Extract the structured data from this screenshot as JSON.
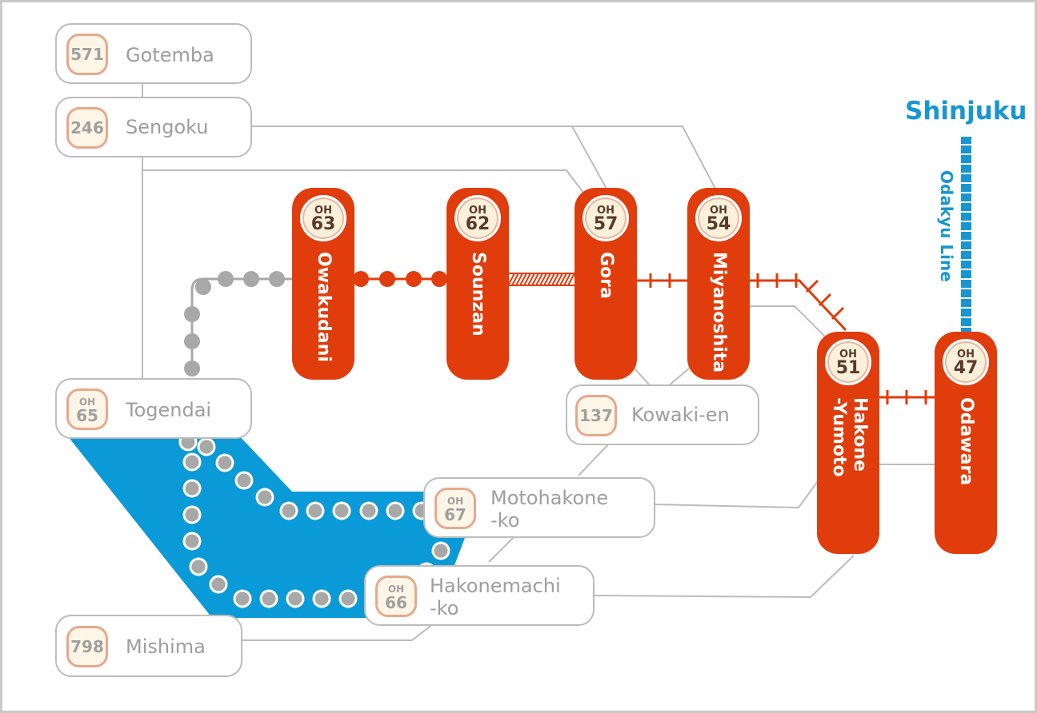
{
  "colors": {
    "route_red": "#e03c0c",
    "ropeway_gray": "#a8a8a8",
    "lake_blue": "#0a9ad7",
    "odakyu_blue": "#1896d2",
    "connector_gray": "#bcbcbc"
  },
  "bus_stops": {
    "gotemba": {
      "code": "571",
      "name": "Gotemba"
    },
    "sengoku": {
      "code": "246",
      "name": "Sengoku"
    },
    "togendai": {
      "oh": "OH",
      "code": "65",
      "name": "Togendai"
    },
    "kowakien": {
      "code": "137",
      "name": "Kowaki-en"
    },
    "motohakone": {
      "oh": "OH",
      "code": "67",
      "name_line1": "Motohakone",
      "name_line2": "-ko"
    },
    "hakonemachi": {
      "oh": "OH",
      "code": "66",
      "name_line1": "Hakonemachi",
      "name_line2": "-ko"
    },
    "mishima": {
      "code": "798",
      "name": "Mishima"
    }
  },
  "stations": {
    "owakudani": {
      "oh": "OH",
      "code": "63",
      "name": "Owakudani"
    },
    "sounzan": {
      "oh": "OH",
      "code": "62",
      "name": "Sounzan"
    },
    "gora": {
      "oh": "OH",
      "code": "57",
      "name": "Gora"
    },
    "miyanoshita": {
      "oh": "OH",
      "code": "54",
      "name": "Miyanoshita"
    },
    "hakone_yumoto": {
      "oh": "OH",
      "code": "51",
      "name_line1": "Hakone",
      "name_line2": "-Yumoto"
    },
    "odawara": {
      "oh": "OH",
      "code": "47",
      "name": "Odawara"
    }
  },
  "shinjuku": "Shinjuku",
  "odakyu_line": "Odakyu Line"
}
